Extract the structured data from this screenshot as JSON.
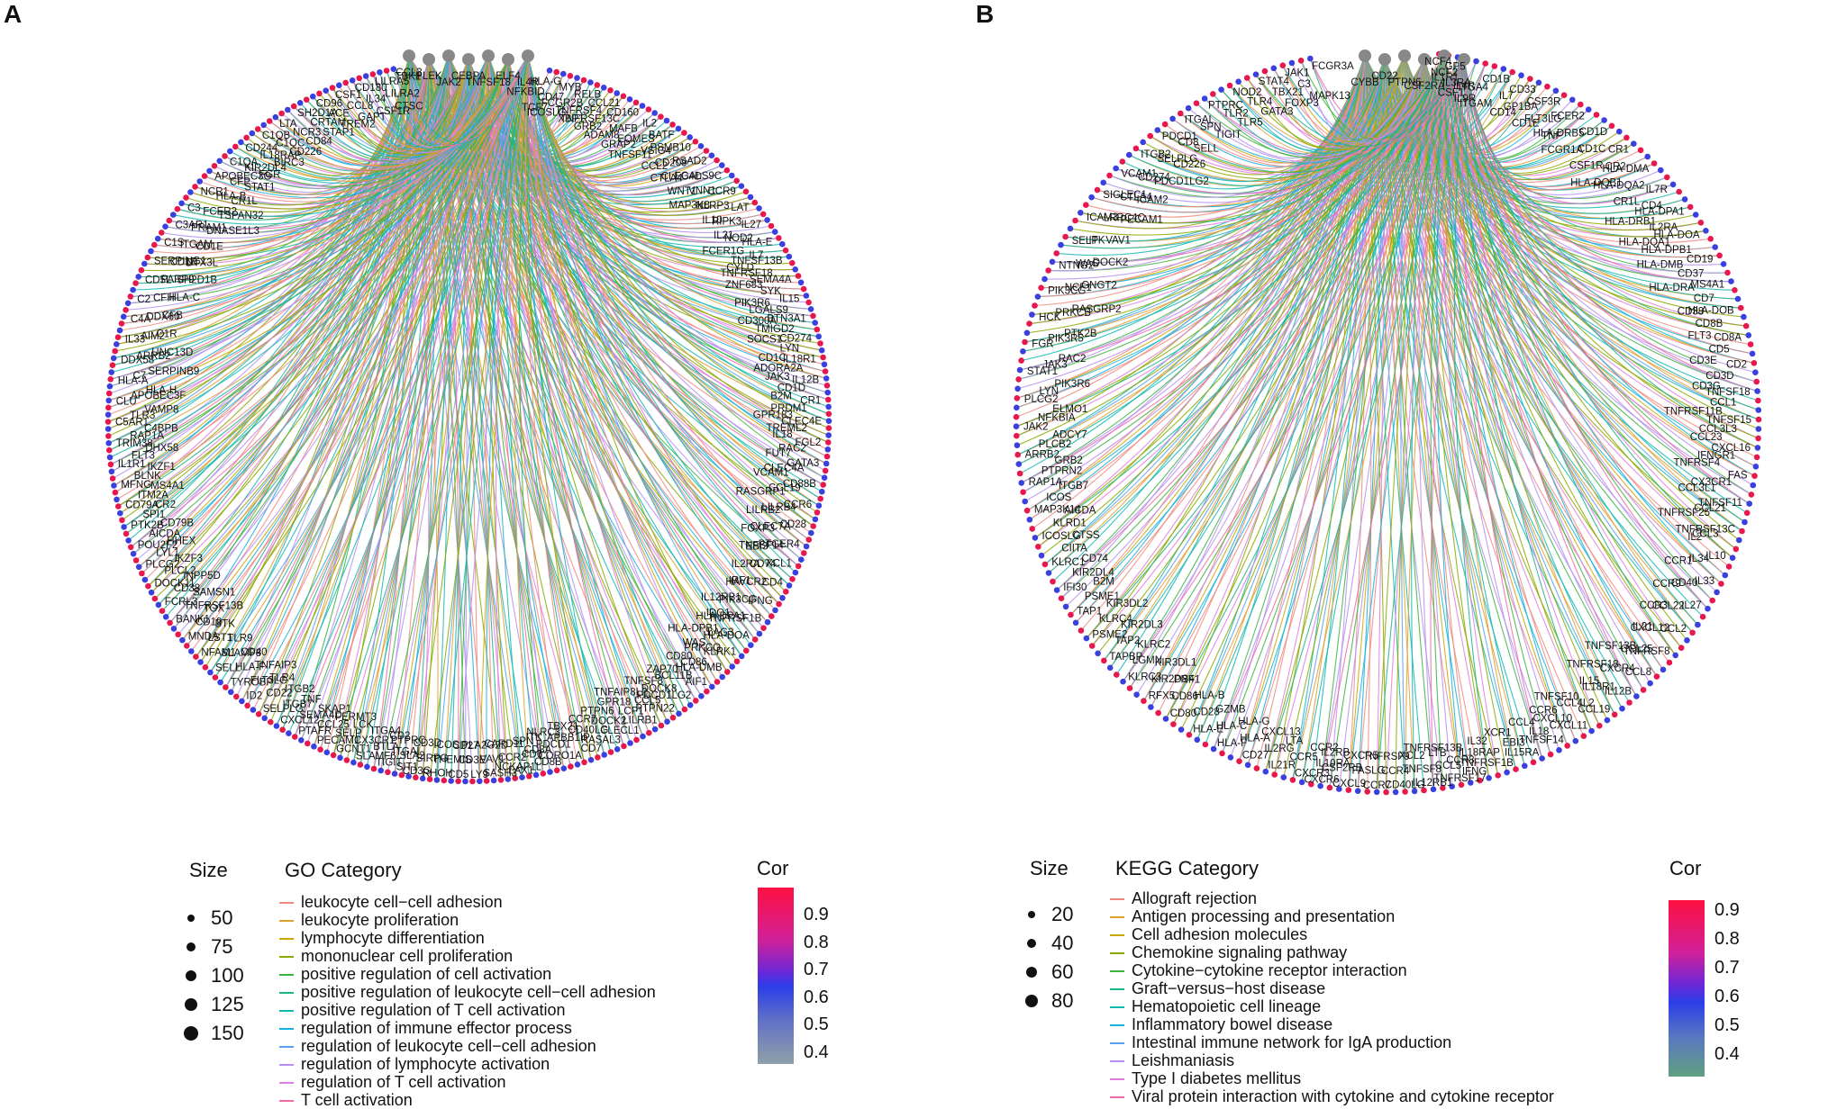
{
  "panels": [
    {
      "letter": "A",
      "size_title": "Size",
      "size_items": [
        "50",
        "75",
        "100",
        "125",
        "150"
      ],
      "cat_title": "GO Category",
      "categories": [
        {
          "name": "leukocyte cell−cell adhesion",
          "color": "#f08a80"
        },
        {
          "name": "leukocyte proliferation",
          "color": "#e0a030"
        },
        {
          "name": "lymphocyte differentiation",
          "color": "#c9a800"
        },
        {
          "name": "mononuclear cell proliferation",
          "color": "#8ea800"
        },
        {
          "name": "positive regulation of cell activation",
          "color": "#3cb43c"
        },
        {
          "name": "positive regulation of leukocyte cell−cell adhesion",
          "color": "#1bb58a"
        },
        {
          "name": "positive regulation of T cell activation",
          "color": "#14b8b0"
        },
        {
          "name": "regulation of immune effector process",
          "color": "#18b0dc"
        },
        {
          "name": "regulation of leukocyte cell−cell adhesion",
          "color": "#5aa0f0"
        },
        {
          "name": "regulation of lymphocyte activation",
          "color": "#b490f0"
        },
        {
          "name": "regulation of T cell activation",
          "color": "#e27ee0"
        },
        {
          "name": "T cell activation",
          "color": "#f06aa8"
        }
      ],
      "cor_title": "Cor",
      "cor_ticks": [
        "0.9",
        "0.8",
        "0.7",
        "0.6",
        "0.5",
        "0.4"
      ],
      "genes": [
        "CCL3",
        "NFKBID",
        "TCF7",
        "HLA-G",
        "CD47",
        "ICOSLG",
        "MYB",
        "FCGR2B",
        "XBP1",
        "RELB",
        "TNFRSF4",
        "GRB2",
        "CCL21",
        "TNFRSF13C",
        "ADAM8",
        "CD160",
        "MAFB",
        "GRAP2",
        "IL2",
        "EOMES",
        "TNFSF11",
        "BATF",
        "VSIG4",
        "CCL2",
        "PSMB10",
        "CD209",
        "CTLA4",
        "RSAD2",
        "CLEC4D",
        "WNT1",
        "LGALS9C",
        "VNN1",
        "MAP3K8",
        "CCR9",
        "NLRP3",
        "IL10",
        "LAT",
        "RIPK3",
        "IL21",
        "IL27",
        "NOD2",
        "FCER1G",
        "HLA-E",
        "IL7",
        "CYLD",
        "TNFSF13B",
        "TNFRSF18",
        "ZNF683",
        "SEMA4A",
        "SYK",
        "PIK3R6",
        "IL15",
        "LGALS9",
        "CD300A",
        "BTN3A1",
        "TMIGD2",
        "SOCS1",
        "CD274",
        "LYN",
        "CD1C",
        "IL18R1",
        "ADORA2A",
        "JAK3",
        "IL12B",
        "CD1D",
        "B2M",
        "CR1",
        "PRDM1",
        "GPR183",
        "CLEC4E",
        "TREML2",
        "IL18",
        "FGL2",
        "RAC2",
        "FUT7",
        "GATA3",
        "CLEC4A",
        "VCAM1",
        "CD88B",
        "CCL19",
        "RASGRP1",
        "CCR6",
        "LILRB4",
        "LILRB2",
        "CD28",
        "CLEC7A",
        "FOXP3",
        "PTGER4",
        "TNFSF14",
        "EBI3",
        "XCL1",
        "CD74",
        "IL2RA",
        "CD4",
        "HAVCR2",
        "IRF1",
        "IFNG",
        "PIK3CG",
        "IL12RB1",
        "TNFRSF1B",
        "HLA-DPA1",
        "IDO1",
        "HLA-DOA",
        "LAG3",
        "HLA-DPB1",
        "KLRK1",
        "PRKCQ",
        "WAS",
        "HLA-DMB",
        "CD86",
        "CD80",
        "AIF1",
        "BCL11B",
        "ZAP70",
        "PDCD1LG2",
        "DOCK8",
        "TNFSF8",
        "PTPN22",
        "CCL5",
        "TNFAIP8L2",
        "LILRB1",
        "LCP1",
        "GPR18",
        "CLECL1",
        "DOCK2",
        "PTPN6",
        "RASAL3",
        "CD40LG",
        "CCR7",
        "CD7",
        "APBB1IP",
        "TBX21",
        "CORO1A",
        "PDCD1",
        "NLRC3",
        "CD8B",
        "CD8A",
        "ITK",
        "NCKAP1L",
        "CD6",
        "SPN",
        "LAX1",
        "CCR2",
        "CARD11",
        "SASH3",
        "VAV1",
        "PLA2G2D",
        "LY9",
        "CD3E",
        "CD27",
        "CD5",
        "THEMIS",
        "ICOS",
        "RHOH",
        "SIRPG",
        "CD3D",
        "CD3G",
        "SLA2",
        "PTPRC",
        "SIT1",
        "ITGAL",
        "CD2",
        "TIGIT",
        "BTLA",
        "ITGA4",
        "SLAMF6",
        "CX3CR1",
        "LCK",
        "GCNT1",
        "SELP",
        "FERMT3",
        "PECAM1",
        "CCL25",
        "SKAP1",
        "PTAFR",
        "SEMA4D",
        "TNF",
        "CXCL12",
        "ITGB7",
        "ITGB2",
        "SELPLG",
        "CD22",
        "TLR4",
        "ID2",
        "FLT3LG",
        "TNFAIP3",
        "TYROBP",
        "HLA-F",
        "CD40",
        "SELL",
        "SLAMF8",
        "TLR9",
        "NFAM1",
        "LST1",
        "BTK",
        "MNDA",
        "CD19",
        "TOX",
        "BANK1",
        "TNFRSF13B",
        "SAMSN1",
        "FCRL3",
        "CD38",
        "INPP5D",
        "DOCK11",
        "PLCL2",
        "IKZF3",
        "PLCG2",
        "LYL1",
        "HHEX",
        "POU2F2",
        "AICDA",
        "CD79B",
        "PTK2B",
        "SPI1",
        "CR2",
        "CD79A",
        "ITM2A",
        "MS4A1",
        "MFNG",
        "BLNK",
        "IKZF1",
        "IL1R1",
        "FLT3",
        "DHX58",
        "TRIM38",
        "RAP1A",
        "C4BPB",
        "C5AR1",
        "TLR3",
        "VAMP8",
        "CLU",
        "APOBEC3F",
        "HLA-H",
        "HLA-A",
        "C7",
        "SERPINB9",
        "DDX58",
        "ARRB2",
        "UNC13D",
        "IL33",
        "AIM2",
        "C1R",
        "C4A",
        "DDX60",
        "CFB",
        "C2",
        "CFH",
        "HLA-C",
        "CD5L",
        "PARP9",
        "SH2D1B",
        "SERPING1",
        "CD1B",
        "DTX3L",
        "C1S",
        "ITGAM",
        "CD1E",
        "C3AR1",
        "PRAM1",
        "DNASE1L3",
        "C3",
        "FCER2",
        "TSPAN32",
        "NCR1",
        "HLA-B",
        "CR1L",
        "APOBEC3G",
        "CFP",
        "STAT1",
        "C1QA",
        "KIR2DL4",
        "FGR",
        "CD244",
        "IL18RAP",
        "BIRC3",
        "C1QB",
        "C1QC",
        "CD226",
        "LTA",
        "NCR3",
        "CD84",
        "SH2D1A",
        "CRTAM",
        "STAP1",
        "CD96",
        "ACE",
        "TREM2",
        "CSF1",
        "CCL8",
        "GAPT",
        "CD180",
        "IL34",
        "CSF1R",
        "LILRA5",
        "LILRA2",
        "CTSC",
        "TBK1",
        "PLEK",
        "JAK2",
        "CEBPA",
        "TNFSF18",
        "ELF4",
        "IL4R"
      ],
      "hubs": [
        "PLEK",
        "JAK2",
        "CEBPA",
        "TNFSF18",
        "ELF4",
        "IL4R",
        "CCL3"
      ]
    },
    {
      "letter": "B",
      "size_title": "Size",
      "size_items": [
        "20",
        "40",
        "60",
        "80"
      ],
      "cat_title": "KEGG Category",
      "categories": [
        {
          "name": "Allograft rejection",
          "color": "#f08a80"
        },
        {
          "name": "Antigen processing and presentation",
          "color": "#e0a030"
        },
        {
          "name": "Cell adhesion molecules",
          "color": "#c9a800"
        },
        {
          "name": "Chemokine signaling pathway",
          "color": "#8ea800"
        },
        {
          "name": "Cytokine−cytokine receptor interaction",
          "color": "#3cb43c"
        },
        {
          "name": "Graft−versus−host disease",
          "color": "#1bb58a"
        },
        {
          "name": "Hematopoietic cell lineage",
          "color": "#14b8b0"
        },
        {
          "name": "Inflammatory bowel disease",
          "color": "#18b0dc"
        },
        {
          "name": "Intestinal immune network for IgA production",
          "color": "#5aa0f0"
        },
        {
          "name": "Leishmaniasis",
          "color": "#b490f0"
        },
        {
          "name": "Type I diabetes mellitus",
          "color": "#e27ee0"
        },
        {
          "name": "Viral protein interaction with cytokine and cytokine receptor",
          "color": "#f06aa8"
        }
      ],
      "cor_title": "Cor",
      "cor_ticks": [
        "0.9",
        "0.8",
        "0.7",
        "0.6",
        "0.5",
        "0.4"
      ],
      "genes": [
        "NCF4",
        "CYBB",
        "CD22",
        "PTPN6",
        "IL1R1",
        "CSF1",
        "GP5",
        "IL3RA",
        "IL9R",
        "CSF2RA",
        "ITGA4",
        "ITGAM",
        "CD1B",
        "IL7",
        "CD14",
        "CD33",
        "GP1BA",
        "CD1E",
        "CSF3R",
        "FLT3LG",
        "TNF",
        "FCER2",
        "HLA-DRB5",
        "FCGR1A",
        "CD1D",
        "CD1C",
        "CSF1R",
        "CR1",
        "CR2",
        "HLA-DQB1",
        "HLA-DMA",
        "HLA-DQA2",
        "CR1L",
        "IL7R",
        "CD4",
        "HLA-DRB1",
        "HLA-DPA1",
        "IL2RA",
        "HLA-DQA1",
        "HLA-DOA",
        "HLA-DPB1",
        "HLA-DMB",
        "CD19",
        "CD37",
        "HLA-DRA",
        "MS4A1",
        "CD7",
        "CD38",
        "HLA-DOB",
        "CD8B",
        "FLT3",
        "CD8A",
        "CD5",
        "CD3E",
        "CD2",
        "CD3D",
        "CD3G",
        "TNFSF18",
        "CCL1",
        "TNFRSF11B",
        "TNFSF15",
        "CCL3L3",
        "CCL23",
        "CXCL16",
        "IFNGR1",
        "TNFRSF4",
        "FAS",
        "CX3CR1",
        "CCL3L1",
        "TNFSF11",
        "CCL21",
        "TNFRSF25",
        "TNFRSF13C",
        "CCL3",
        "IL2",
        "IL10",
        "IL34",
        "CCR1",
        "IL33",
        "CD40",
        "CCR9",
        "IL27",
        "CCL22",
        "CCR3",
        "CCL2",
        "CXCL12",
        "IL21",
        "TNFRSF8",
        "CCL25",
        "TNFSF13B",
        "CCL8",
        "CXCR4",
        "TNFRSF18",
        "IL12B",
        "IL18R1",
        "IL15",
        "CCL19",
        "CCL4L2",
        "TNFSF10",
        "CXCL11",
        "CXCL10",
        "CCR6",
        "TNFSF14",
        "IL18",
        "CCL4",
        "IL15RA",
        "EBI3",
        "XCR1",
        "TNFRSF1B",
        "IL18RAP",
        "IL32",
        "IFNG",
        "CCR8",
        "TNFRSF13B",
        "TNFRSF17",
        "CCL5",
        "LTB",
        "IL12RB1",
        "TNFSF8",
        "XCL2",
        "CD40LG",
        "CCR4",
        "TNFRSF9",
        "CCR7",
        "FASLG",
        "CXCR5",
        "CXCL9",
        "CSF2RB",
        "IL2RB",
        "CXCR6",
        "IL10RA",
        "CCR2",
        "CXCR3",
        "CCR5",
        "LTA",
        "IL21R",
        "IL2RG",
        "CXCL13",
        "CD27",
        "HLA-A",
        "HLA-G",
        "HLA-F",
        "HLA-C",
        "GZMB",
        "HLA-E",
        "CD28",
        "HLA-B",
        "CD80",
        "CD86",
        "PRF1",
        "RFX5",
        "KIR2DS4",
        "KIR3DL1",
        "KLRC3",
        "LGMN",
        "KLRC2",
        "TAPBP",
        "TAP2",
        "KIR2DL3",
        "PSME2",
        "KLRC4",
        "KIR3DL2",
        "TAP1",
        "PSME1",
        "B2M",
        "IFI30",
        "KIR2DL4",
        "CD74",
        "KLRC1",
        "CIITA",
        "CTSS",
        "ICOSLG",
        "KLRD1",
        "AICDA",
        "MAP3K14",
        "ICOS",
        "ITGB7",
        "RAP1A",
        "PTPRN2",
        "GRB2",
        "ARRB2",
        "PLCB2",
        "ADCY7",
        "JAK2",
        "NFKBIA",
        "ELMO1",
        "PLCG2",
        "LYN",
        "PIK3R6",
        "STAT1",
        "JAK3",
        "RAC2",
        "FGR",
        "PIK3R5",
        "PTK2B",
        "HCK",
        "PRKCB",
        "RASGRP2",
        "PIK3CG",
        "NCF1",
        "GNGT2",
        "NTNG2",
        "WAS",
        "DOCK2",
        "SELP",
        "ITK",
        "VAV1",
        "ICAM3",
        "LRRC4C",
        "PECAM1",
        "SIGLEC1",
        "CTLA4",
        "ICAM2",
        "VCAM1",
        "CD274",
        "PDCD1LG2",
        "ITGB2",
        "SELPLG",
        "CD226",
        "PDCD1",
        "CD8",
        "SELL",
        "ITGAL",
        "SPN",
        "TIGIT",
        "PTPRC",
        "TLR2",
        "TLR5",
        "NOD2",
        "TLR4",
        "GATA3",
        "STAT4",
        "TBX21",
        "FOXP3",
        "JAK1",
        "C3",
        "MAPK13",
        "FCGR3A",
        "NCF2",
        "IL4R"
      ],
      "hubs": [
        "NCF2",
        "PTPN6",
        "IL4R",
        "CSF2RA",
        "CD22",
        "CYBB"
      ]
    }
  ]
}
